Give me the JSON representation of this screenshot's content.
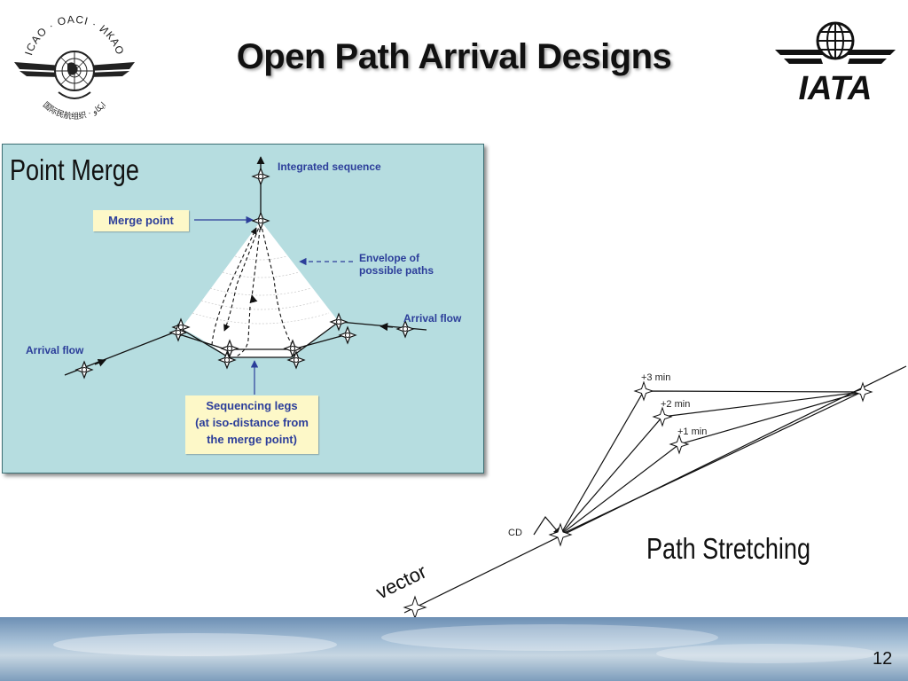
{
  "slide": {
    "title": "Open Path Arrival Designs",
    "page_number": "12"
  },
  "logos": {
    "icao": {
      "icon": "icao-emblem-icon",
      "text_top": "ICAO · OACI · ИКАО",
      "text_bottom": "国际民航组织 · ايكاو"
    },
    "iata": {
      "icon": "iata-globe-icon",
      "wordmark": "IATA"
    }
  },
  "point_merge": {
    "title": "Point Merge",
    "integrated_sequence": "Integrated sequence",
    "merge_point": "Merge point",
    "envelope_line1": "Envelope of",
    "envelope_line2": "possible paths",
    "arrival_flow_right": "Arrival flow",
    "arrival_flow_left": "Arrival flow",
    "sequencing_line1": "Sequencing legs",
    "sequencing_line2": "(at iso-distance from",
    "sequencing_line3": "the merge point)",
    "colors": {
      "panel": "#b6dde0",
      "label": "#2c3e9a",
      "callout": "#fdf8c8"
    }
  },
  "path_stretching": {
    "title": "Path Stretching",
    "plus3": "+3 min",
    "plus2": "+2 min",
    "plus1": "+1 min",
    "cd": "CD",
    "vector": "vector"
  }
}
